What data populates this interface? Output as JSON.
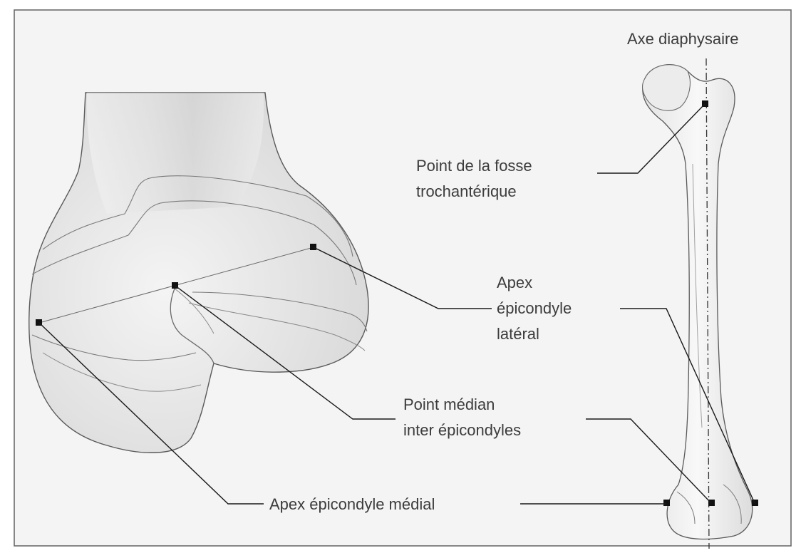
{
  "figure": {
    "background": "#f4f4f4",
    "frame_color": "#6a6a6a",
    "bone_fill": "#e6e6e6",
    "line_color": "#1a1a1a"
  },
  "labels": {
    "axe_diaphysaire": "Axe diaphysaire",
    "fosse_line1": "Point de la fosse",
    "fosse_line2": "trochantérique",
    "lateral_line1": "Apex",
    "lateral_line2": "épicondyle",
    "lateral_line3": "latéral",
    "median_line1": "Point médian",
    "median_line2": "inter épicondyles",
    "medial": "Apex épicondyle médial"
  }
}
